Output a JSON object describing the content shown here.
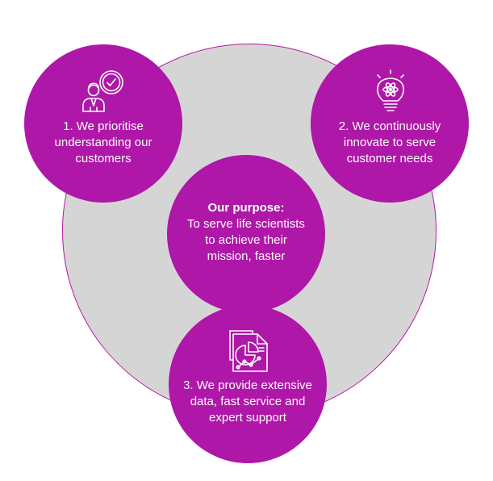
{
  "colors": {
    "accent": "#af17a8",
    "background_circle": "#d6d5d6",
    "text": "#ffffff"
  },
  "circles": {
    "customers": {
      "icon": "customer-service-clock-icon",
      "label": "1. We prioritise\nunderstanding our\ncustomers"
    },
    "innovate": {
      "icon": "lightbulb-atom-icon",
      "label": "2. We continuously\ninnovate to serve\ncustomer needs"
    },
    "purpose": {
      "title": "Our purpose:",
      "label": "To serve life scientists\nto achieve their\nmission, faster"
    },
    "data": {
      "icon": "data-report-chart-icon",
      "label": "3. We provide extensive\ndata, fast service and\nexpert support"
    }
  }
}
